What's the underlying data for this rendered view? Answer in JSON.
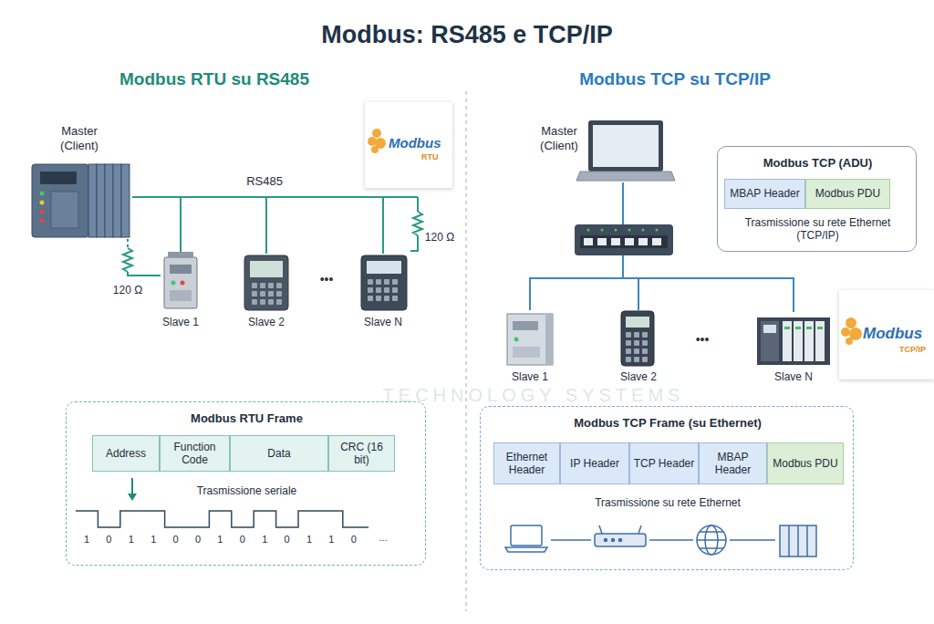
{
  "diagram": {
    "title": "Modbus: RS485 e TCP/IP",
    "nodes": [
      {
        "text": [
          "Master (Client)"
        ]
      },
      {
        "text": [
          "Modbus",
          "RTU"
        ]
      },
      {
        "text": [
          "Slave 1"
        ]
      },
      {
        "text": [
          "Slave 2"
        ]
      },
      {
        "text": [
          "Slave N"
        ]
      },
      {
        "text": [
          "Modbus RTU Frame",
          "Trasmissione seriale"
        ]
      },
      {
        "text": [
          "Address"
        ],
        "in": 5
      },
      {
        "text": [
          "Function Code"
        ],
        "in": 5
      },
      {
        "text": [
          "Data"
        ],
        "in": 5
      },
      {
        "text": [
          "CRC (16 bit)"
        ],
        "in": 5
      },
      {
        "text": [
          "Master (Client)"
        ]
      },
      {
        "text": [
          "Modbus TCP (ADU)",
          "Trasmissione su rete Ethernet (TCP/IP)"
        ]
      },
      {
        "text": [
          "MBAP Header"
        ],
        "in": 11
      },
      {
        "text": [
          "Modbus PDU"
        ],
        "in": 11
      },
      {
        "text": [
          "Modbus",
          "TCP/IP"
        ]
      },
      {
        "text": [
          "Slave 1"
        ]
      },
      {
        "text": [
          "Slave 2"
        ]
      },
      {
        "text": [
          "Slave N"
        ]
      },
      {
        "text": [
          "Modbus TCP Frame (su Ethernet)",
          "Trasmissione su rete Ethernet"
        ]
      },
      {
        "text": [
          "Ethernet Header"
        ],
        "in": 18
      },
      {
        "text": [
          "IP Header"
        ],
        "in": 18
      },
      {
        "text": [
          "TCP Header"
        ],
        "in": 18
      },
      {
        "text": [
          "MBAP Header"
        ],
        "in": 18
      },
      {
        "text": [
          "Modbus PDU"
        ],
        "in": 18
      }
    ],
    "edges": [
      {
        "from": 0,
        "to": 2,
        "arrow": "none"
      },
      {
        "from": 0,
        "to": 3,
        "arrow": "none"
      },
      {
        "from": 0,
        "to": 4,
        "arrow": "none"
      },
      {
        "from": 10,
        "to": 15,
        "arrow": "none"
      },
      {
        "from": 10,
        "to": 16,
        "arrow": "none"
      },
      {
        "from": 10,
        "to": 17,
        "arrow": "none"
      }
    ],
    "labels": [
      "Modbus RTU su RS485",
      "Modbus TCP su TCP/IP",
      "RS485",
      "120 Ω",
      "120 Ω",
      "•••",
      "•••",
      "1",
      "0",
      "1",
      "1",
      "0",
      "0",
      "1",
      "0",
      "1",
      "0",
      "1",
      "1",
      "0",
      "...",
      "TECHNOLOGY SYSTEMS"
    ]
  }
}
